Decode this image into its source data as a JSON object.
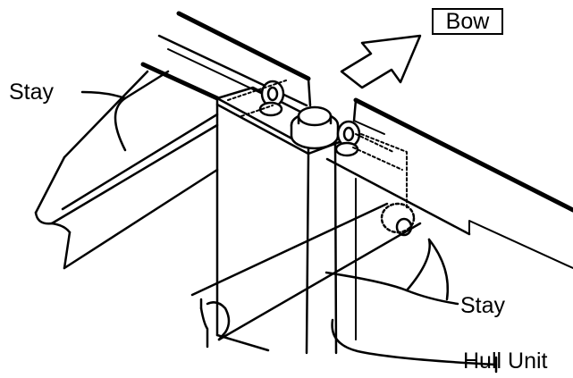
{
  "labels": {
    "bow": "Bow",
    "stay_left": "Stay",
    "stay_right": "Stay",
    "hull_unit": "Hull Unit"
  },
  "colors": {
    "ink": "#000000",
    "paper": "#ffffff"
  }
}
